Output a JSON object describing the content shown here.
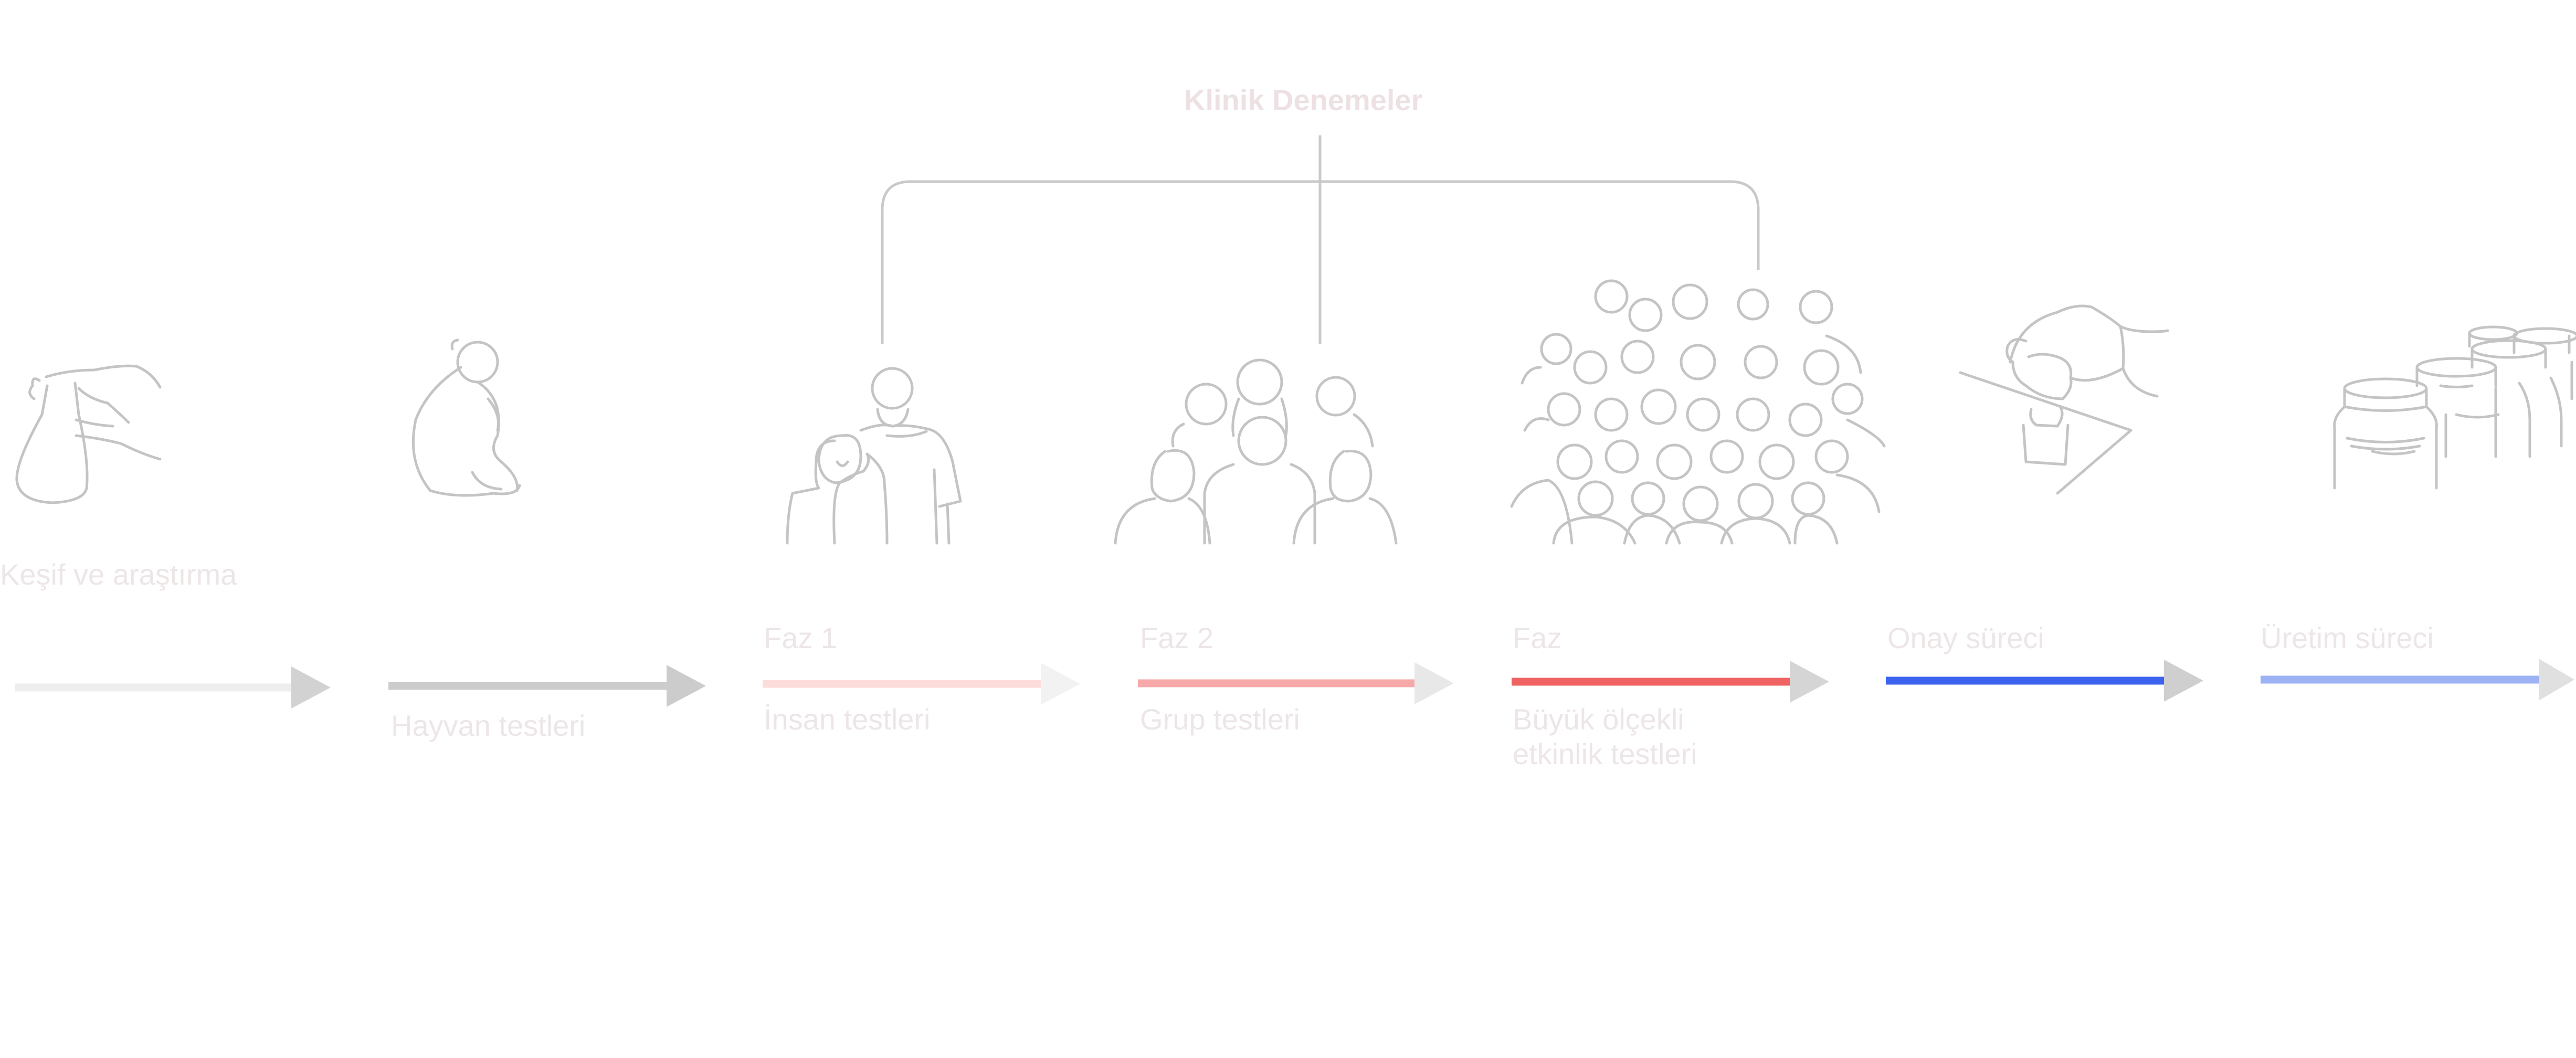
{
  "header": {
    "title": "Klinik Denemeler"
  },
  "stages": [
    {
      "id": "discovery",
      "label_top": "Keşif ve araştırma",
      "label_bottom": "",
      "arrow_color": "#eeeeee",
      "head_color": "#d2d2d2",
      "icon": "flask-hand-icon"
    },
    {
      "id": "animal",
      "label_top": "",
      "label_bottom": "Hayvan testleri",
      "arrow_color": "#cccccc",
      "head_color": "#cccccc",
      "icon": "monkey-icon"
    },
    {
      "id": "phase1",
      "label_top": "Faz 1",
      "label_bottom": "İnsan testleri",
      "arrow_color": "#fddcdc",
      "head_color": "#f2f2f2",
      "icon": "two-people-icon"
    },
    {
      "id": "phase2",
      "label_top": "Faz 2",
      "label_bottom": "Grup testleri",
      "arrow_color": "#f7a9aa",
      "head_color": "#e8e8e8",
      "icon": "group-people-icon"
    },
    {
      "id": "phase3",
      "label_top": "Faz",
      "label_bottom_lines": [
        "Büyük ölçekli",
        "etkinlik testleri"
      ],
      "arrow_color": "#f06363",
      "head_color": "#d5d5d5",
      "icon": "crowd-icon"
    },
    {
      "id": "approval",
      "label_top": "Onay süreci",
      "label_bottom": "",
      "arrow_color": "#3b63ee",
      "head_color": "#cfcfcf",
      "icon": "stamp-hand-icon"
    },
    {
      "id": "production",
      "label_top": "Üretim süreci",
      "label_bottom": "",
      "arrow_color": "#9db2f4",
      "head_color": "#e0e0e0",
      "icon": "bottles-icon"
    }
  ],
  "colors": {
    "outline": "#c4c4c4",
    "bracket": "#c9c9c9",
    "text": "#ede6e7"
  }
}
